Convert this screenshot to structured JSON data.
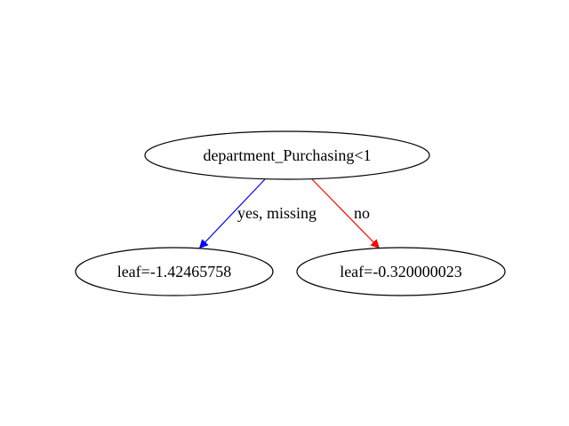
{
  "tree": {
    "root": {
      "label": "department_Purchasing<1"
    },
    "left_leaf": {
      "label": "leaf=-1.42465758"
    },
    "right_leaf": {
      "label": "leaf=-0.320000023"
    },
    "edges": {
      "yes": {
        "label": "yes, missing",
        "color": "#0000ff"
      },
      "no": {
        "label": "no",
        "color": "#ff0000"
      }
    },
    "node_stroke_color": "#000000",
    "background_color": "#ffffff"
  }
}
